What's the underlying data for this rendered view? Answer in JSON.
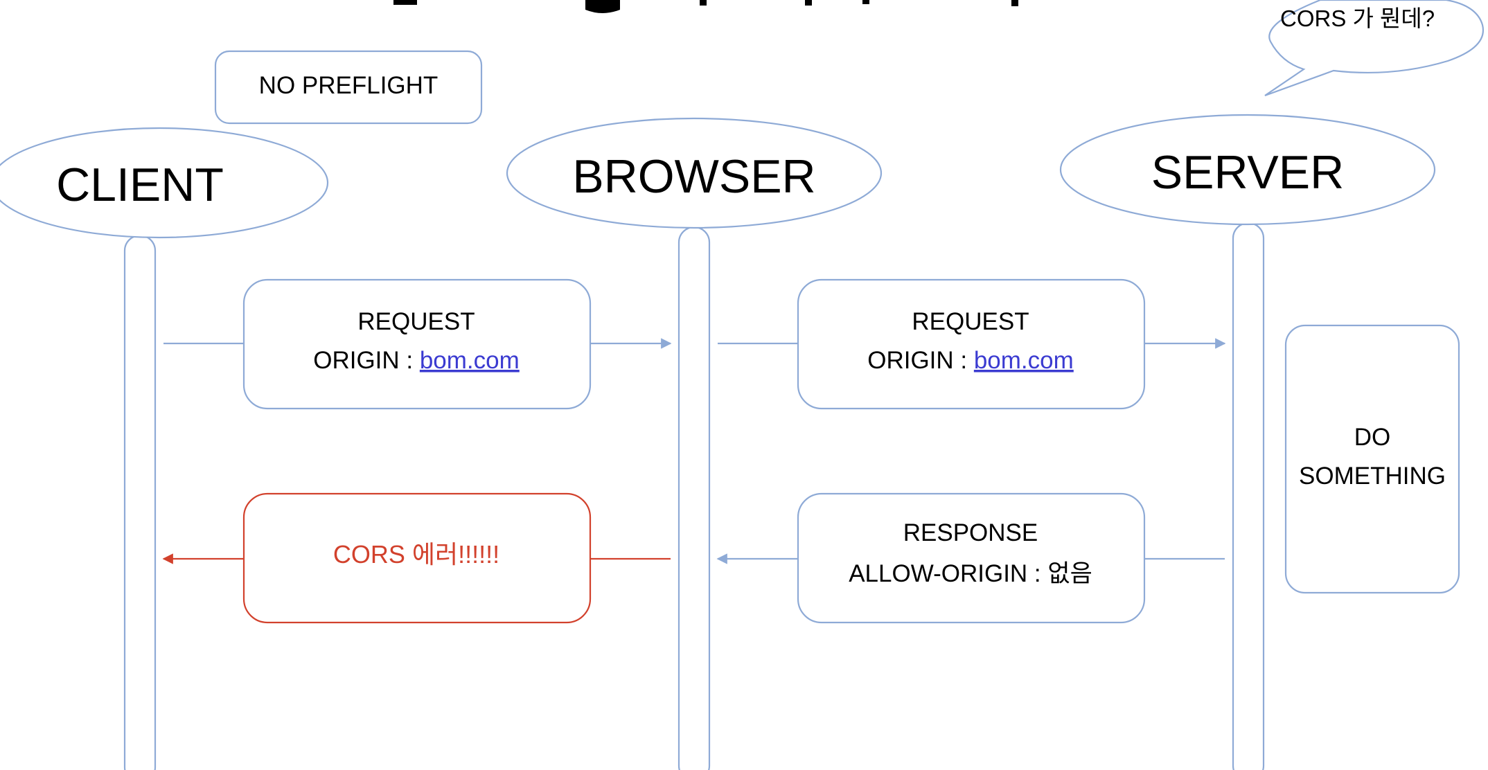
{
  "note": {
    "label": "NO PREFLIGHT"
  },
  "speech_bubble": {
    "text": "CORS 가 뭔데?"
  },
  "actors": {
    "client": "CLIENT",
    "browser": "BROWSER",
    "server": "SERVER"
  },
  "messages": {
    "client_request": {
      "line1": "REQUEST",
      "origin_label": "ORIGIN : ",
      "origin_value": "bom.com"
    },
    "browser_request": {
      "line1": "REQUEST",
      "origin_label": "ORIGIN : ",
      "origin_value": "bom.com"
    },
    "server_response": {
      "line1": "RESPONSE",
      "line2": "ALLOW-ORIGIN : 없음"
    },
    "cors_error": {
      "text": "CORS 에러!!!!!!"
    }
  },
  "server_action": {
    "line1": "DO",
    "line2": "SOMETHING"
  },
  "colors": {
    "shape_stroke": "#8eaad6",
    "error": "#d2412c",
    "link": "#3b3bd1"
  }
}
